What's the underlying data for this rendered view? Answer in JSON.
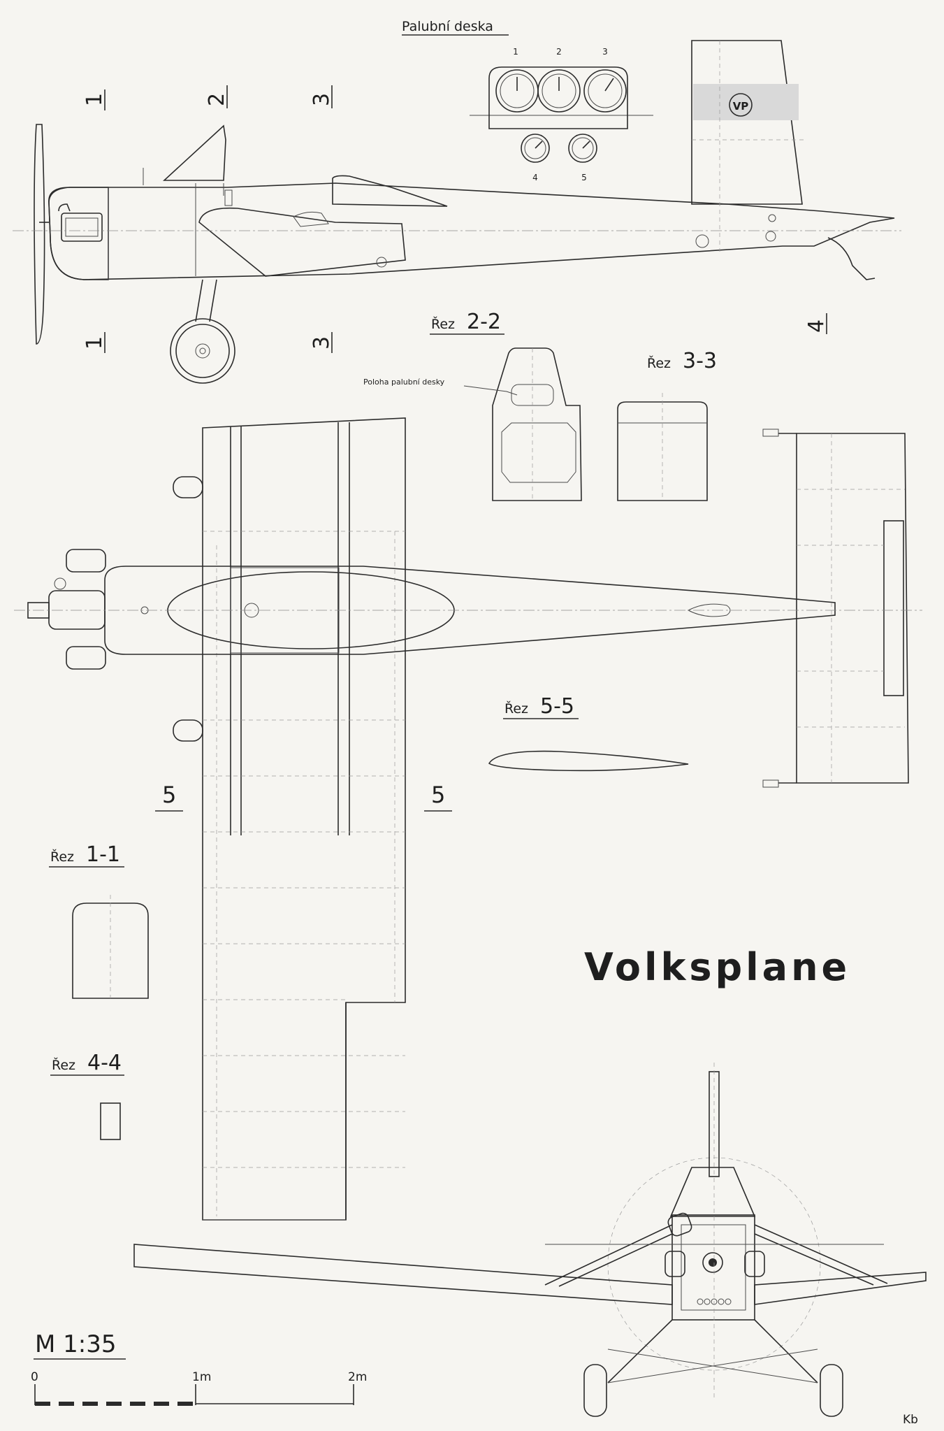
{
  "title": "Volksplane",
  "title_color": "#e8707a",
  "instrument_panel": {
    "label": "Palubní deska",
    "gauge_numbers": [
      "1",
      "2",
      "3",
      "4",
      "5"
    ]
  },
  "section_markers": {
    "s1": "1",
    "s2": "2",
    "s3": "3",
    "s4": "4",
    "s5": "5"
  },
  "sections": {
    "rez_1_1": {
      "prefix": "Řez",
      "number": "1-1"
    },
    "rez_2_2": {
      "prefix": "Řez",
      "number": "2-2"
    },
    "rez_3_3": {
      "prefix": "Řez",
      "number": "3-3"
    },
    "rez_4_4": {
      "prefix": "Řez",
      "number": "4-4"
    },
    "rez_5_5": {
      "prefix": "Řez",
      "number": "5-5"
    }
  },
  "panel_position_label": "Poloha palubní desky",
  "tail_logo": "VP",
  "scale": {
    "label": "M 1:35",
    "ticks": [
      "0",
      "1m",
      "2m"
    ]
  },
  "author_initials": "Kb"
}
